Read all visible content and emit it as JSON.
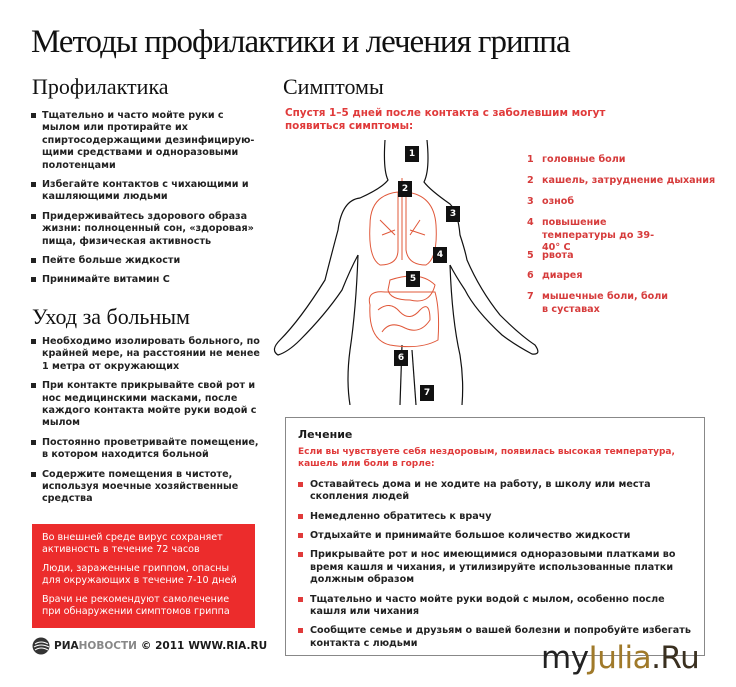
{
  "title": "Методы профилактики и лечения гриппа",
  "prevention": {
    "heading": "Профилактика",
    "items": [
      "Тщательно и часто мойте руки с мылом или протирайте их спиртосодержащими дезинфицирую-щими средствами и одноразовыми полотенцами",
      "Избегайте контактов с чихающими и кашляющими людьми",
      "Придерживайтесь здорового образа жизни: полноценный сон, «здоровая» пища, физическая активность",
      "Пейте больше жидкости",
      "Принимайте витамин С"
    ]
  },
  "care": {
    "heading": "Уход за больным",
    "items": [
      "Необходимо изолировать больного, по крайней мере, на расстоянии не менее 1 метра от окружающих",
      "При контакте прикрывайте свой рот и нос медицинскими масками, после каждого контакта мойте руки водой с мылом",
      "Постоянно проветривайте помещение, в котором находится больной",
      "Содержите помещения в чистоте, используя моечные хозяйственные средства"
    ]
  },
  "facts": [
    "Во внешней среде вирус сохраняет активность в течение 72 часов",
    "Люди, зараженные гриппом, опасны для окружающих в течение 7-10 дней",
    "Врачи не рекомендуют самолечение при обнаружении симптомов гриппа"
  ],
  "credit": {
    "logo_a": "РИА",
    "logo_b": "НОВОСТИ",
    "copyright": "© 2011",
    "url": "WWW.RIA.RU"
  },
  "symptoms": {
    "heading": "Симптомы",
    "subtitle": "Спустя 1–5 дней после контакта с заболевшим могут появиться симптомы:",
    "items": [
      {
        "num": "1",
        "text": "головные боли"
      },
      {
        "num": "2",
        "text": "кашель, затруднение дыхания"
      },
      {
        "num": "3",
        "text": "озноб"
      },
      {
        "num": "4",
        "text": "повышение температуры до 39-40° С"
      },
      {
        "num": "5",
        "text": "рвота"
      },
      {
        "num": "6",
        "text": "диарея"
      },
      {
        "num": "7",
        "text": "мышечные боли, боли в суставах"
      }
    ]
  },
  "treatment": {
    "heading": "Лечение",
    "subtitle": "Если вы чувствуете себя нездоровым, появилась высокая температура, кашель или боли в горле:",
    "items": [
      "Оставайтесь дома и не ходите на работу, в школу или места скопления людей",
      "Немедленно обратитесь к врачу",
      "Отдыхайте и принимайте большое количество жидкости",
      "Прикрывайте рот и нос имеющимися одноразовыми платками во время кашля и чихания, и утилизируйте использованные платки должным образом",
      "Тщательно и часто мойте руки водой с мылом, особенно после кашля или чихания",
      "Сообщите семье и друзьям о вашей болезни и попробуйте избегать контакта с людьми"
    ]
  },
  "watermark": {
    "a": "my",
    "b": "Julia",
    "c": ".Ru"
  },
  "colors": {
    "accent": "#ec2c2c",
    "organs": "#e0583a",
    "watermark_gold": "#a07a2a"
  }
}
